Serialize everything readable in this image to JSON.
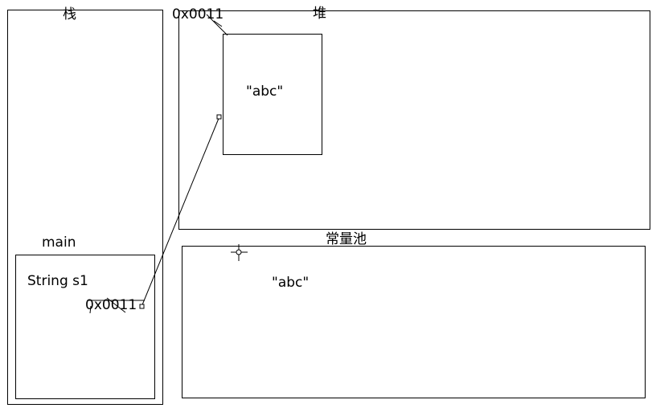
{
  "stack": {
    "title": "栈",
    "frame": {
      "title": "main",
      "variable": "String s1",
      "address": "0x0011"
    }
  },
  "heap": {
    "title": "堆",
    "object": {
      "address": "0x0011",
      "value": "\"abc\""
    }
  },
  "constant_pool": {
    "title": "常量池",
    "value": "\"abc\""
  },
  "colors": {
    "stroke": "#000000",
    "background": "#ffffff"
  },
  "icons": [
    "crosshair-cursor-icon"
  ]
}
